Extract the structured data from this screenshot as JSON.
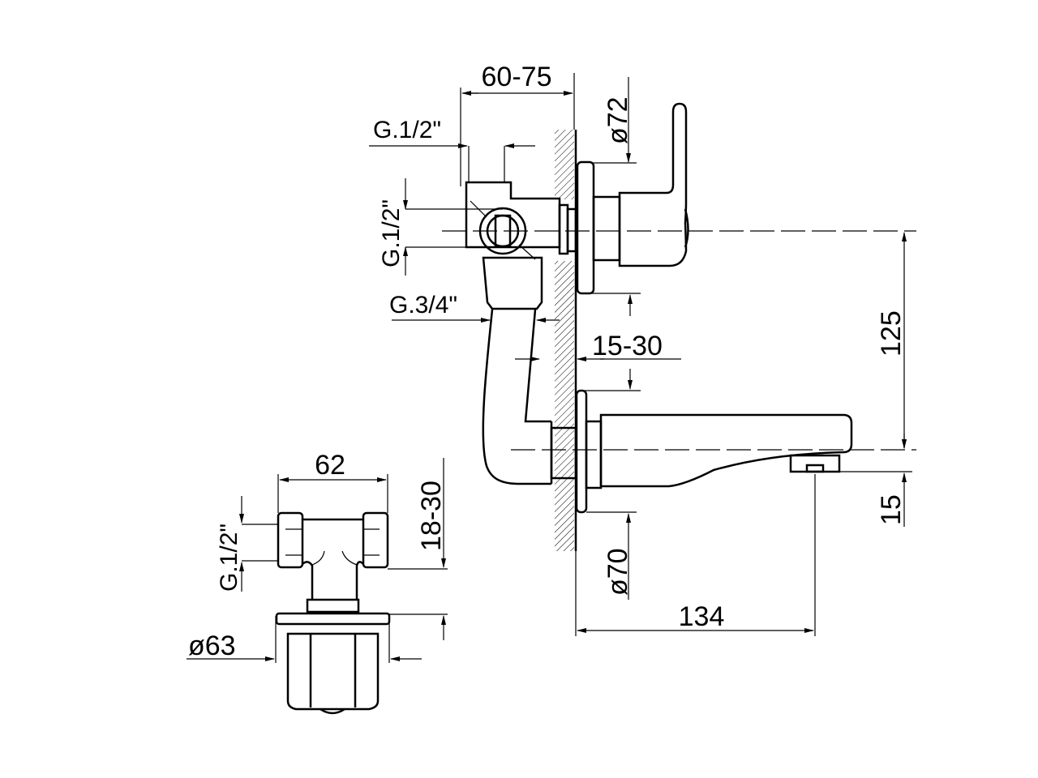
{
  "drawing": {
    "dimensions": {
      "inlet_depth": "60-75",
      "upper_flange_diameter": "ø72",
      "top_inlet_thread": "G.1/2\"",
      "side_inlet_thread": "G.1/2\"",
      "outlet_thread": "G.3/4\"",
      "wall_depth": "15-30",
      "handle_to_spout": "125",
      "spout_drop": "15",
      "lower_flange_diameter": "ø70",
      "spout_projection": "134",
      "fitting_width": "62",
      "fitting_depth": "18-30",
      "fitting_thread": "G.1/2\"",
      "fitting_flange_diameter": "ø63"
    }
  }
}
